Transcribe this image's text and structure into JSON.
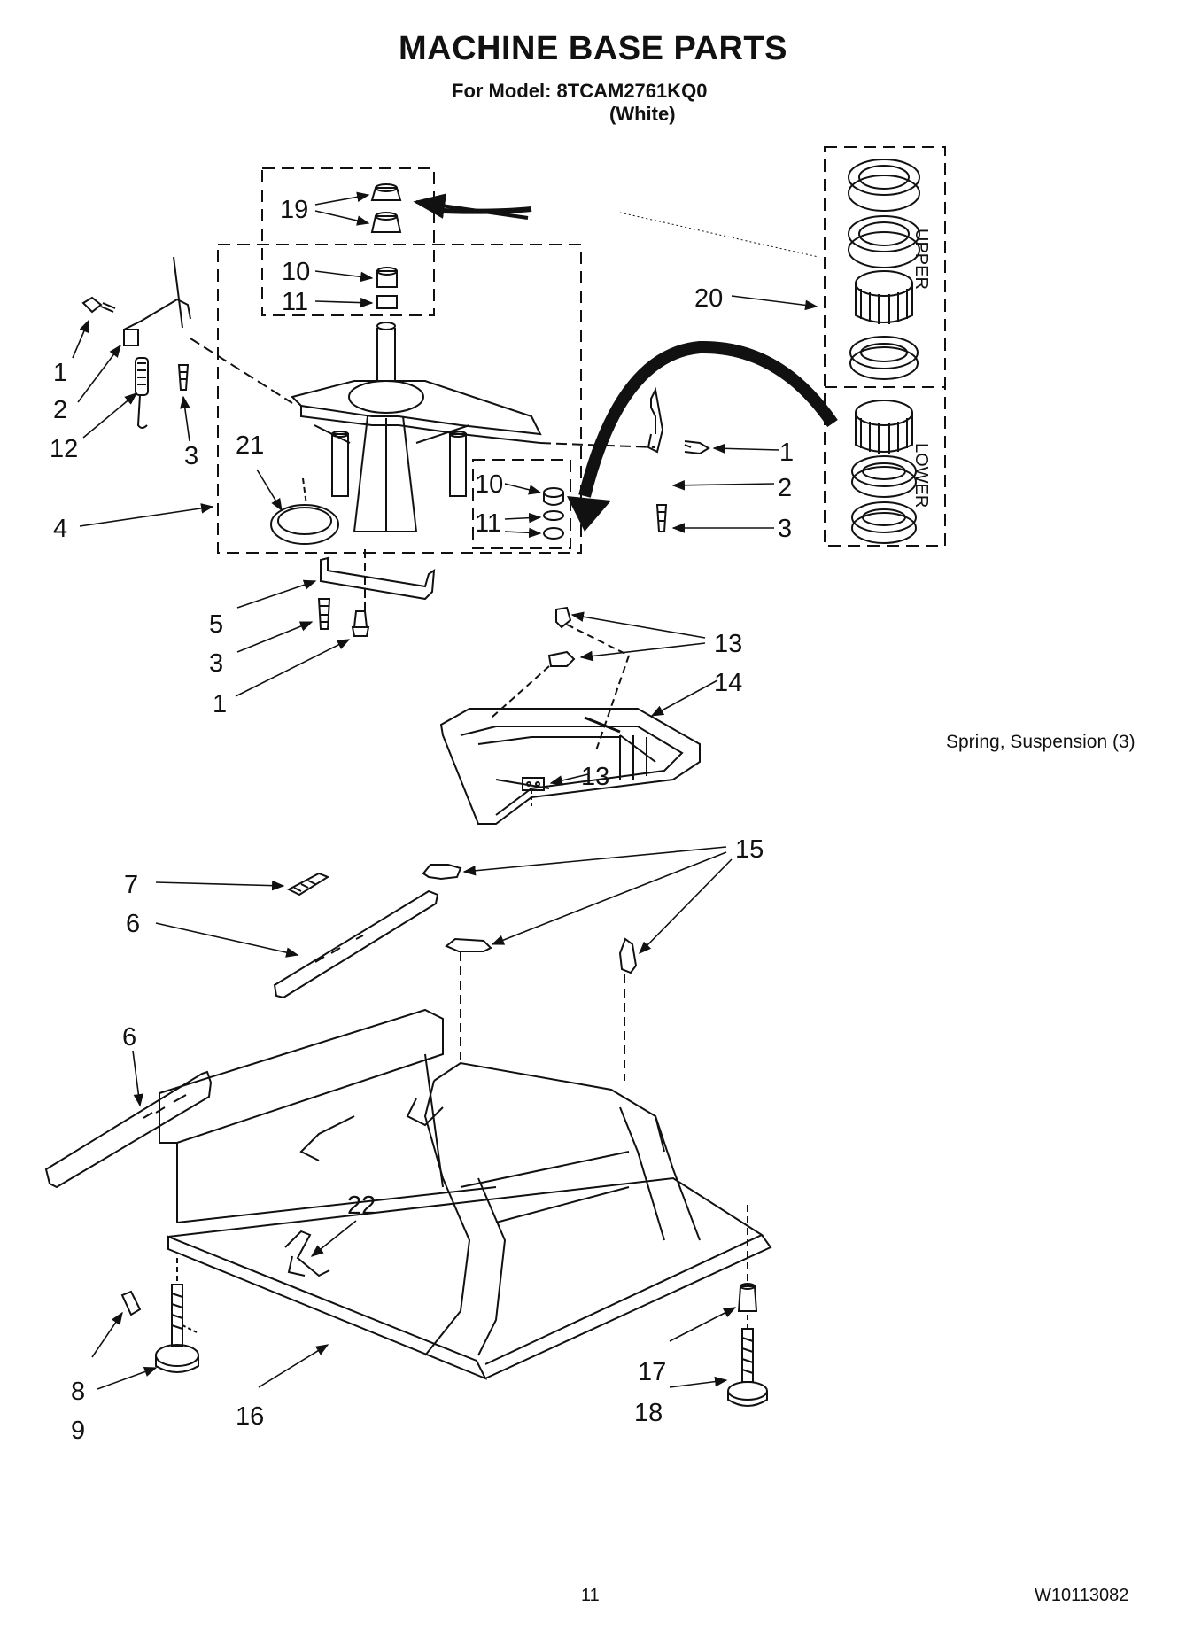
{
  "header": {
    "title": "MACHINE BASE PARTS",
    "model_line": "For Model: 8TCAM2761KQ0",
    "color_line": "(White)"
  },
  "note": "Spring, Suspension (3)",
  "footer": {
    "page_number": "11",
    "document_number": "W10113082"
  },
  "kit_labels": {
    "upper": "UPPER",
    "lower": "LOWER"
  },
  "callouts": {
    "c1a": "1",
    "c2a": "2",
    "c12": "12",
    "c3a": "3",
    "c19": "19",
    "c10a": "10",
    "c11a": "11",
    "c20": "20",
    "c1b": "1",
    "c2b": "2",
    "c3b": "3",
    "c10b": "10",
    "c11b": "11",
    "c21": "21",
    "c4": "4",
    "c5": "5",
    "c3c": "3",
    "c1c": "1",
    "c13a": "13",
    "c14": "14",
    "c13b": "13",
    "c15": "15",
    "c7": "7",
    "c6a": "6",
    "c6b": "6",
    "c22": "22",
    "c8": "8",
    "c9": "9",
    "c16": "16",
    "c17": "17",
    "c18": "18"
  }
}
